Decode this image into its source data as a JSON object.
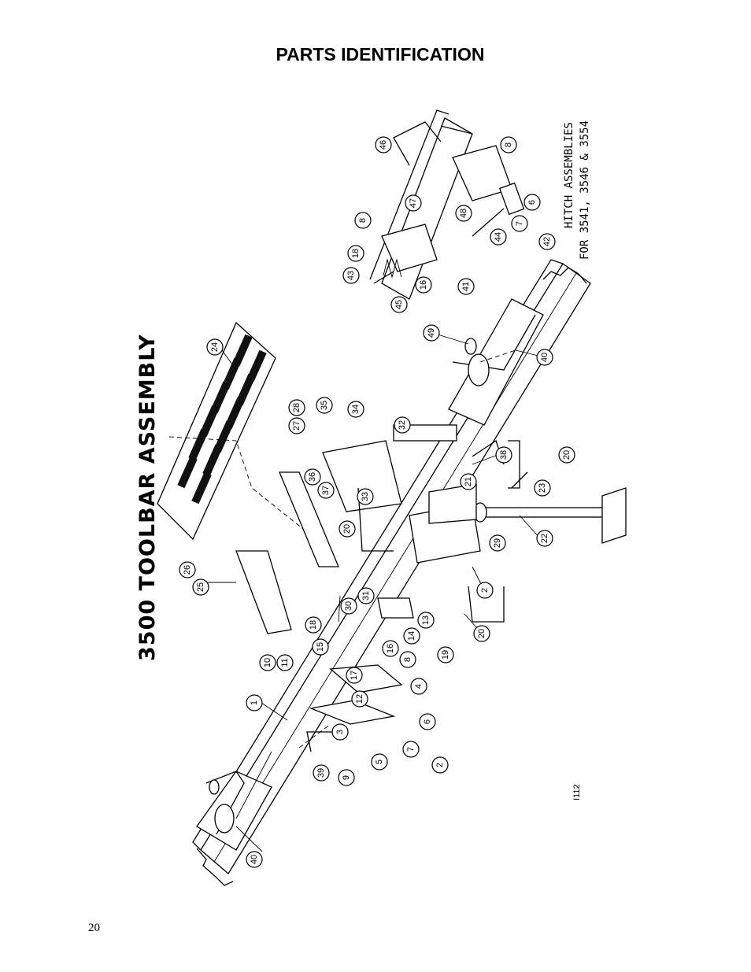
{
  "page": {
    "title": "PARTS IDENTIFICATION",
    "number": "20"
  },
  "figure": {
    "title": "3500 TOOLBAR ASSEMBLY",
    "note_line1": "HITCH ASSEMBLIES",
    "note_line2": "FOR 3541, 3546 & 3554",
    "code": "I112",
    "callouts": [
      "1",
      "2",
      "2",
      "3",
      "4",
      "5",
      "6",
      "6",
      "7",
      "7",
      "8",
      "8",
      "8",
      "9",
      "10",
      "11",
      "12",
      "13",
      "14",
      "15",
      "16",
      "16",
      "17",
      "18",
      "18",
      "19",
      "20",
      "20",
      "20",
      "21",
      "22",
      "23",
      "24",
      "25",
      "26",
      "27",
      "28",
      "29",
      "30",
      "31",
      "32",
      "33",
      "34",
      "35",
      "36",
      "37",
      "38",
      "39",
      "40",
      "40",
      "41",
      "42",
      "43",
      "44",
      "45",
      "46",
      "47",
      "48",
      "49"
    ]
  }
}
